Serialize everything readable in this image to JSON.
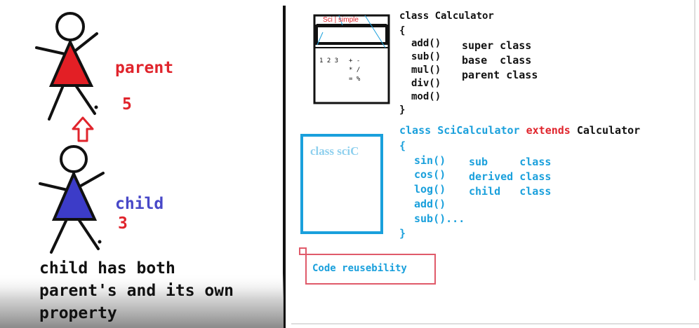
{
  "figures": {
    "parent_label": "parent",
    "parent_number": "5",
    "child_label": "child",
    "child_number": "3"
  },
  "caption_lines": [
    "child has both",
    "parent's and its own",
    "property"
  ],
  "calculator_box": {
    "tab_text": "Sci | simple",
    "digits": "1 2 3",
    "ops": [
      "+ -",
      "* /",
      "= %"
    ]
  },
  "base_class": {
    "declaration": "class Calculator",
    "open_brace": "{",
    "methods": [
      "add()",
      "sub()",
      "mul()",
      "div()",
      "mod()"
    ],
    "close_brace": "}",
    "aliases": [
      "super class",
      "base  class",
      "parent class"
    ]
  },
  "sci_box_label": "class sciC",
  "derived_class": {
    "keyword_class": "class",
    "name": "SciCalculator",
    "keyword_extends": "extends",
    "base_name": "Calculator",
    "open_brace": "{",
    "methods": [
      "sin()",
      "cos()",
      "log()",
      "add()",
      "sub()..."
    ],
    "close_brace": "}",
    "aliases": [
      "sub     class",
      "derived class",
      "child   class"
    ]
  },
  "reuse_label": "Code reusebility",
  "colors": {
    "red": "#e0242c",
    "blue_figure": "#4848c8",
    "cyan": "#1aa0dc",
    "reuse_box": "#e05a6a"
  }
}
